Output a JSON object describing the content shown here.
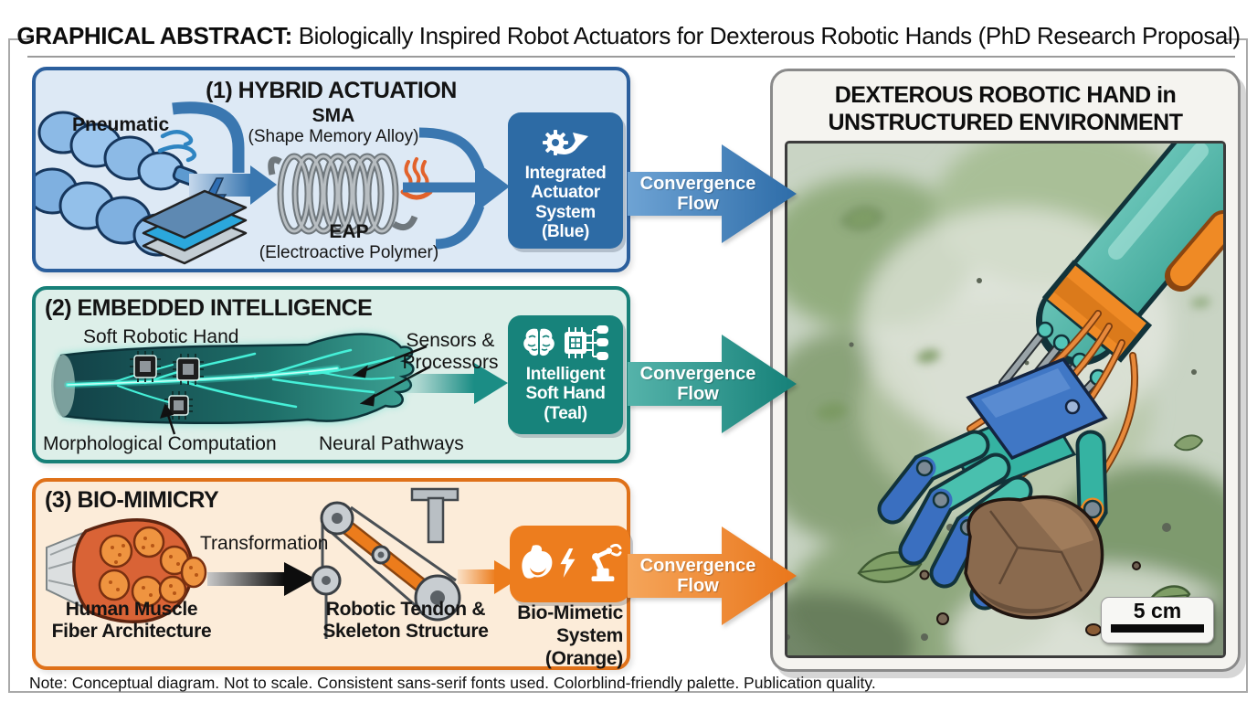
{
  "header": {
    "prefix": "GRAPHICAL ABSTRACT:",
    "title": " Biologically Inspired Robot Actuators for Dexterous Robotic Hands (PhD Research Proposal)"
  },
  "panels": [
    {
      "header": "(1) HYBRID ACTUATION",
      "labels": {
        "pneumatic": "Pneumatic",
        "sma": "SMA",
        "sma_sub": "(Shape Memory Alloy)",
        "eap": "EAP",
        "eap_sub": "(Electroactive Polymer)"
      },
      "endbox": {
        "lines": [
          "Integrated",
          "Actuator",
          "System",
          "(Blue)"
        ]
      },
      "accent": "#2d6ba5"
    },
    {
      "header": "(2) EMBEDDED INTELLIGENCE",
      "labels": {
        "soft_hand": "Soft Robotic Hand",
        "sensors_1": "Sensors &",
        "sensors_2": "Processors",
        "morphological": "Morphological Computation",
        "neural": "Neural Pathways"
      },
      "endbox": {
        "lines": [
          "Intelligent",
          "Soft Hand",
          "(Teal)"
        ]
      },
      "accent": "#17837b"
    },
    {
      "header": "(3) BIO-MIMICRY",
      "labels": {
        "transformation": "Transformation",
        "muscle_1": "Human Muscle",
        "muscle_2": "Fiber Architecture",
        "tendon_1": "Robotic Tendon &",
        "tendon_2": "Skeleton Structure"
      },
      "endbox": {
        "lines": [
          "Bio-Mimetic",
          "System",
          "(Orange)"
        ]
      },
      "accent": "#ed7d1e"
    }
  ],
  "convergence": {
    "line1": "Convergence",
    "line2": "Flow"
  },
  "result": {
    "title_line1": "DEXTEROUS ROBOTIC HAND in",
    "title_line2": "UNSTRUCTURED ENVIRONMENT",
    "scale_bar": "5 cm"
  },
  "note": {
    "text": "Note: Conceptual diagram. Not to scale. Consistent sans-serif fonts used. Colorblind-friendly palette. Publication quality."
  },
  "icons": {
    "panel1_endbox": "gear-with-arrow",
    "panel1_pneumatic": "airflow",
    "panel1_sma": "heat-flame",
    "panel1_eap": "lightning-bolt",
    "panel2_endbox": [
      "brain",
      "chip-network"
    ],
    "panel3_endbox": [
      "flexed-biceps",
      "lightning-bolt",
      "robot-arm"
    ]
  },
  "colors": {
    "blue_accent": "#2d6ba5",
    "teal_accent": "#17837b",
    "orange_accent": "#ed7d1e",
    "panel1_bg": "#dde9f5",
    "panel2_bg": "#ddefe9",
    "panel3_bg": "#fcecd9"
  }
}
